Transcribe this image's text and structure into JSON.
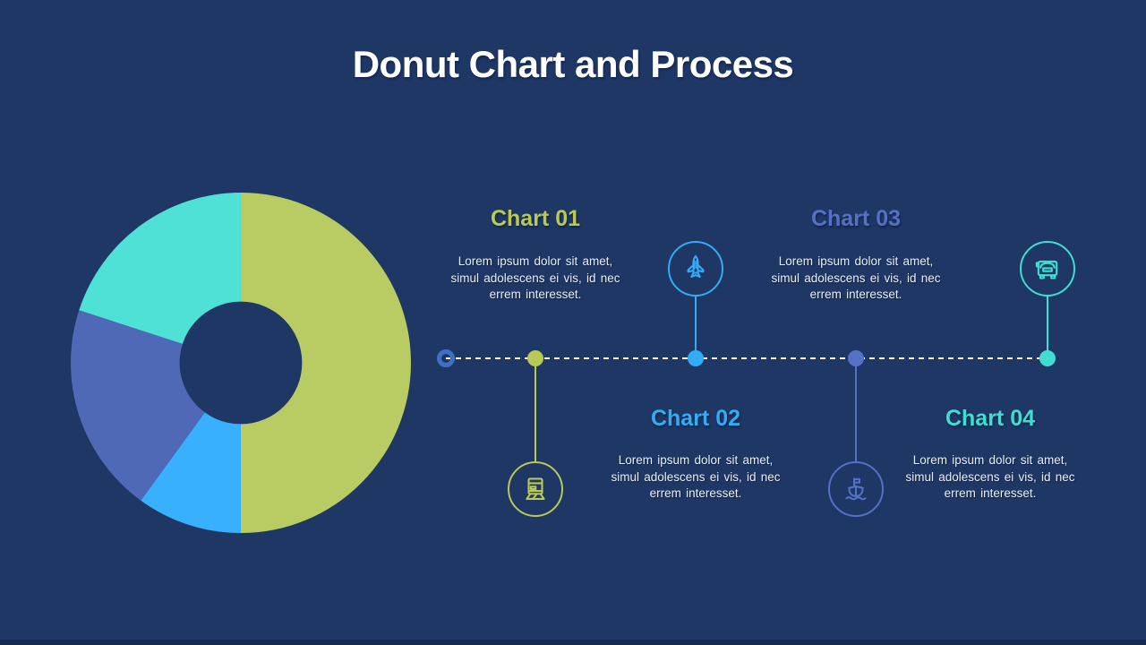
{
  "slide": {
    "title": "Donut Chart and Process",
    "background_color": "#1e3765",
    "footer_bar_color": "#17294e"
  },
  "chart_data": {
    "type": "donut",
    "title": "Donut Chart and Process",
    "direction": "clockwise",
    "start_angle_deg": 0,
    "inner_radius_ratio": 0.36,
    "segments": [
      {
        "label": "Chart 01",
        "value": 50,
        "color": "#b9cb63"
      },
      {
        "label": "Chart 02",
        "value": 10,
        "color": "#38b0fb"
      },
      {
        "label": "Chart 03",
        "value": 20,
        "color": "#5069b6"
      },
      {
        "label": "Chart 04",
        "value": 20,
        "color": "#4fe0d6"
      }
    ]
  },
  "process": {
    "timeline": {
      "line_color": "#ffffff",
      "start_ring_color": "#3e70c4"
    },
    "steps": [
      {
        "title": "Chart 01",
        "description": "Lorem ipsum dolor sit amet,\nsimul adolescens ei vis, id nec\nerrem interesset.",
        "icon": "train-icon",
        "color": "#b9c955",
        "text_side": "above"
      },
      {
        "title": "Chart 02",
        "description": "Lorem ipsum dolor sit amet,\nsimul adolescens ei vis, id nec\nerrem interesset.",
        "icon": "plane-icon",
        "color": "#34acf5",
        "text_side": "below"
      },
      {
        "title": "Chart 03",
        "description": "Lorem ipsum dolor sit amet,\nsimul adolescens ei vis, id nec\nerrem interesset.",
        "icon": "ship-icon",
        "color": "#5571c3",
        "text_side": "above"
      },
      {
        "title": "Chart 04",
        "description": "Lorem ipsum dolor sit amet,\nsimul adolescens ei vis, id nec\nerrem interesset.",
        "icon": "car-icon",
        "color": "#42ddd1",
        "text_side": "below"
      }
    ]
  }
}
